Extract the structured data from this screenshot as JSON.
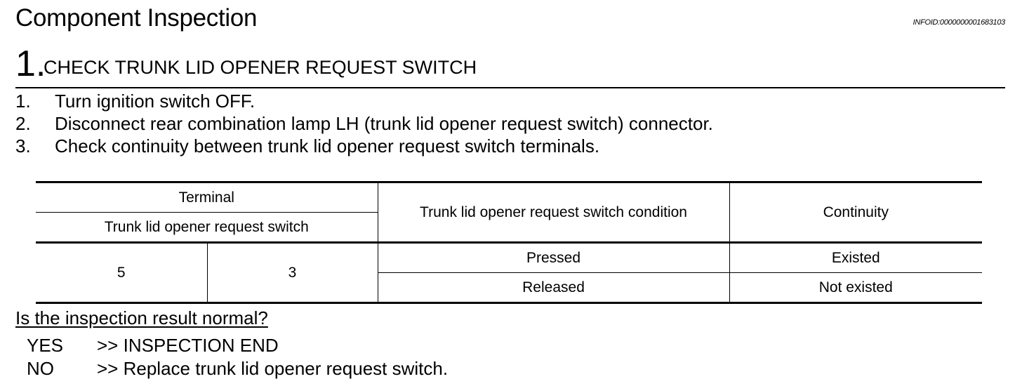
{
  "header": {
    "title": "Component Inspection",
    "info_id": "INFOID:0000000001683103"
  },
  "step": {
    "number": "1.",
    "title": "CHECK TRUNK LID OPENER REQUEST SWITCH"
  },
  "instructions": [
    {
      "num": "1.",
      "text": "Turn ignition switch OFF."
    },
    {
      "num": "2.",
      "text": "Disconnect rear combination lamp LH (trunk lid opener request switch) connector."
    },
    {
      "num": "3.",
      "text": "Check continuity between trunk lid opener request switch terminals."
    }
  ],
  "table": {
    "header_terminal": "Terminal",
    "header_terminal_sub": "Trunk lid opener request switch",
    "header_condition": "Trunk lid opener request switch condition",
    "header_continuity": "Continuity",
    "terminal_a": "5",
    "terminal_b": "3",
    "rows": [
      {
        "condition": "Pressed",
        "continuity": "Existed"
      },
      {
        "condition": "Released",
        "continuity": "Not existed"
      }
    ]
  },
  "question": "Is the inspection result normal?",
  "answers": [
    {
      "key": "YES",
      "text": ">> INSPECTION END"
    },
    {
      "key": "NO",
      "text": ">> Replace trunk lid opener request switch."
    }
  ]
}
